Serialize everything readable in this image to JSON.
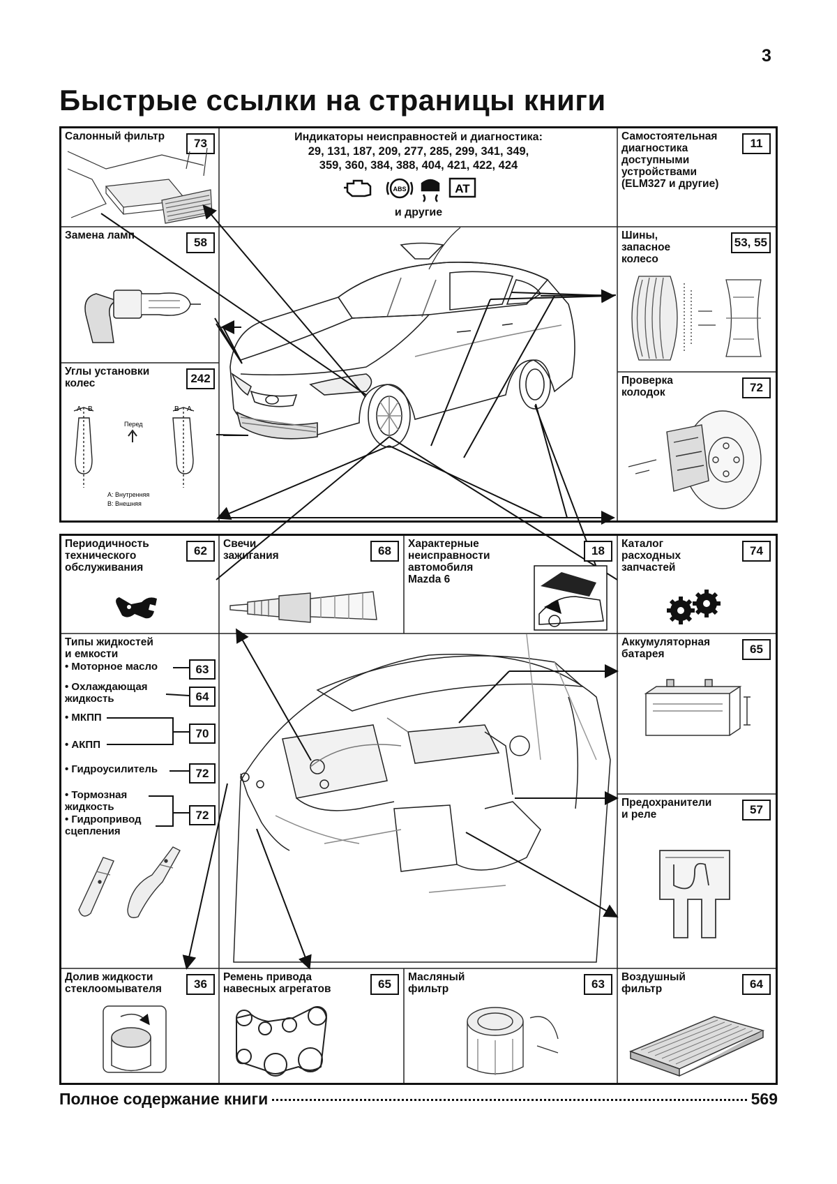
{
  "page_number": "3",
  "title": "Быстрые ссылки на страницы книги",
  "top_section": {
    "cabin_filter": {
      "label": "Салонный фильтр",
      "page": "73"
    },
    "diagnostics": {
      "title": "Индикаторы неисправностей и диагностика:",
      "pages_line1": "29, 131, 187, 209, 277, 285, 299, 341, 349,",
      "pages_line2": "359, 360, 384, 388, 404, 421, 422, 424",
      "at_badge": "AT",
      "abs_badge": "ABS",
      "other": "и другие"
    },
    "self_diagnostics": {
      "label": "Самостоятельная\nдиагностика\nдоступными\nустройствами\n(ELM327 и другие)",
      "page": "11"
    },
    "lamps": {
      "label": "Замена ламп",
      "page": "58"
    },
    "tires": {
      "label": "Шины,\nзапасное\nколесо",
      "page": "53, 55"
    },
    "wheel_alignment": {
      "label": "Углы установки\nколес",
      "page": "242",
      "front_text": "Перед",
      "legend_a": "А: Внутренняя",
      "legend_b": "В: Внешняя",
      "letter_a": "A",
      "letter_b": "B"
    },
    "brake_pads": {
      "label": "Проверка\nколодок",
      "page": "72"
    }
  },
  "bottom_section": {
    "maintenance": {
      "label": "Периодичность\nтехнического\nобслуживания",
      "page": "62"
    },
    "spark_plugs": {
      "label": "Свечи\nзажигания",
      "page": "68"
    },
    "faults": {
      "label": "Характерные\nнеисправности\nавтомобиля\nMazda 6",
      "page": "18"
    },
    "parts_catalog": {
      "label": "Каталог\nрасходных\nзапчастей",
      "page": "74"
    },
    "fluids": {
      "title": "Типы жидкостей\nи емкости",
      "engine_oil": "• Моторное масло",
      "engine_oil_page": "63",
      "coolant": "• Охлаждающая\n  жидкость",
      "coolant_page": "64",
      "manual_trans": "• МКПП",
      "auto_trans": "• АКПП",
      "trans_page": "70",
      "power_steering": "• Гидроусилитель",
      "power_steering_page": "72",
      "brake_fluid": "• Тормозная\n  жидкость",
      "clutch": "• Гидропривод\n  сцепления",
      "brake_page": "72"
    },
    "battery": {
      "label": "Аккумуляторная\nбатарея",
      "page": "65"
    },
    "fuses": {
      "label": "Предохранители\nи реле",
      "page": "57"
    },
    "washer": {
      "label": "Долив жидкости\nстеклоомывателя",
      "page": "36"
    },
    "belt": {
      "label": "Ремень привода\nнавесных агрегатов",
      "page": "65"
    },
    "oil_filter": {
      "label": "Масляный\nфильтр",
      "page": "63"
    },
    "air_filter": {
      "label": "Воздушный\nфильтр",
      "page": "64"
    }
  },
  "toc": {
    "label": "Полное содержание книги",
    "page": "569"
  }
}
